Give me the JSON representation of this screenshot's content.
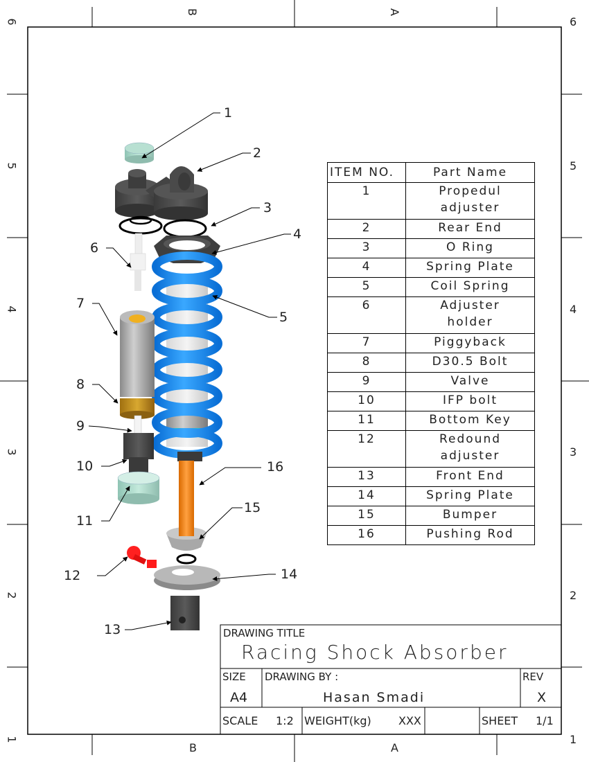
{
  "sheet": {
    "zones_top": [
      "B",
      "A"
    ],
    "zones_bottom": [
      "B",
      "A"
    ],
    "rows_left": [
      "6",
      "5",
      "4",
      "3",
      "2",
      "1"
    ],
    "rows_right": [
      "6",
      "5",
      "4",
      "3",
      "2",
      "1"
    ]
  },
  "bom": {
    "headers": {
      "item_no": "ITEM NO.",
      "part_name": "Part Name"
    },
    "rows": [
      {
        "item": "1",
        "name_lines": [
          "Propedul",
          "adjuster"
        ]
      },
      {
        "item": "2",
        "name_lines": [
          "Rear End"
        ]
      },
      {
        "item": "3",
        "name_lines": [
          "O Ring"
        ]
      },
      {
        "item": "4",
        "name_lines": [
          "Spring Plate"
        ]
      },
      {
        "item": "5",
        "name_lines": [
          "Coil Spring"
        ]
      },
      {
        "item": "6",
        "name_lines": [
          "Adjuster",
          "holder"
        ]
      },
      {
        "item": "7",
        "name_lines": [
          "Piggyback"
        ]
      },
      {
        "item": "8",
        "name_lines": [
          "D30.5 Bolt"
        ]
      },
      {
        "item": "9",
        "name_lines": [
          "Valve"
        ]
      },
      {
        "item": "10",
        "name_lines": [
          "IFP bolt"
        ]
      },
      {
        "item": "11",
        "name_lines": [
          "Bottom Key"
        ]
      },
      {
        "item": "12",
        "name_lines": [
          "Redound",
          "adjuster"
        ]
      },
      {
        "item": "13",
        "name_lines": [
          "Front End"
        ]
      },
      {
        "item": "14",
        "name_lines": [
          "Spring Plate"
        ]
      },
      {
        "item": "15",
        "name_lines": [
          "Bumper"
        ]
      },
      {
        "item": "16",
        "name_lines": [
          "Pushing Rod"
        ]
      }
    ]
  },
  "callouts": [
    "1",
    "2",
    "3",
    "4",
    "5",
    "6",
    "7",
    "8",
    "9",
    "10",
    "11",
    "12",
    "13",
    "14",
    "15",
    "16"
  ],
  "title_block": {
    "drawing_title_label": "DRAWING TITLE",
    "drawing_title": "Racing Shock Absorber",
    "size_label": "SIZE",
    "size_value": "A4",
    "drawn_by_label": "DRAWING BY :",
    "drawn_by_value": "Hasan Smadi",
    "rev_label": "REV",
    "rev_value": "X",
    "scale_label": "SCALE",
    "scale_value": "1:2",
    "weight_label": "WEIGHT(kg)",
    "weight_value": "XXX",
    "sheet_label": "SHEET",
    "sheet_value": "1/1"
  },
  "colors": {
    "spring": "#1e90ff",
    "rod": "#ff8c1a",
    "rear_end": "#4a4a4a",
    "adjuster": "#a8d8c8",
    "bolt_gold": "#c8961e",
    "red_adjuster": "#ff1a1a",
    "plate_gray": "#a0a0a0"
  }
}
